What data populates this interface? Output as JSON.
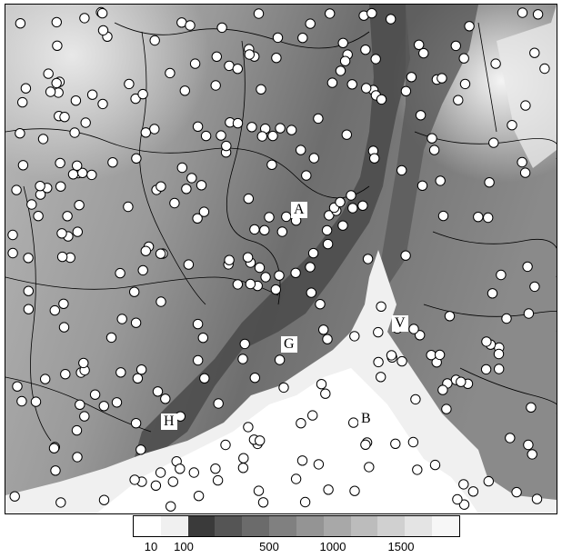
{
  "map": {
    "labels": {
      "A": "A",
      "G": "G",
      "V": "V",
      "H": "H",
      "B": "B"
    },
    "colors": {
      "sea": "#ffffff",
      "lowland": "#f2f2f2",
      "mountain_dark": "#3a3a3a",
      "station_fill": "#ffffff",
      "station_stroke": "#000000",
      "border": "#000000"
    }
  },
  "legend": {
    "ticks": [
      "10",
      "100",
      "500",
      "1000",
      "1500"
    ],
    "swatch_colors": [
      "#ffffff",
      "#f0f0f0",
      "#3a3a3a",
      "#555555",
      "#6b6b6b",
      "#808080",
      "#949494",
      "#a8a8a8",
      "#bcbcbc",
      "#d0d0d0",
      "#e4e4e4",
      "#f7f7f7"
    ]
  }
}
